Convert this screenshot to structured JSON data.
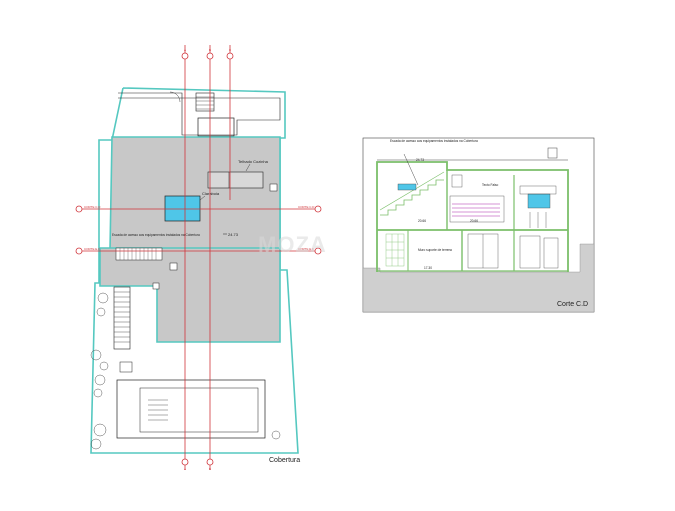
{
  "plan": {
    "caption": "Cobertura",
    "labels": {
      "skylight_north": "Telhado Cozinha",
      "skylight_pool": "Claraboia",
      "access_stair": "Escada de acesso aos equipamentos instalados na Cobertura",
      "level_main": "24.73"
    },
    "axis_tags": {
      "top_1": "A",
      "top_2": "B",
      "top_3": "C",
      "bottom_1": "A",
      "bottom_2": "B",
      "left_1": "CORTE C.D",
      "left_2": "CORTE E.F",
      "right_1": "CORTE C.D",
      "right_2": "CORTE E.F"
    }
  },
  "section": {
    "caption": "Corte C.D",
    "labels": {
      "access_stair": "Escada de acesso aos equipamentos instalados na Cobertura",
      "level_top": "24.73",
      "level_mid": "20.66",
      "level_mid2": "20.66",
      "level_low": "17.30",
      "false_ceiling": "Tecto Falso",
      "basement_note": "Muro suporte de terreno"
    }
  },
  "watermark": {
    "text": "MOZA"
  },
  "colors": {
    "roof_fill": "#c8c8c8",
    "outline": "#55c8c0",
    "section_green": "#7bbf6a",
    "axis_red": "#d0343a",
    "pool_blue": "#4fc6e8",
    "ground_fill": "#cfcfcf",
    "accent_magenta": "#c66fc6"
  }
}
